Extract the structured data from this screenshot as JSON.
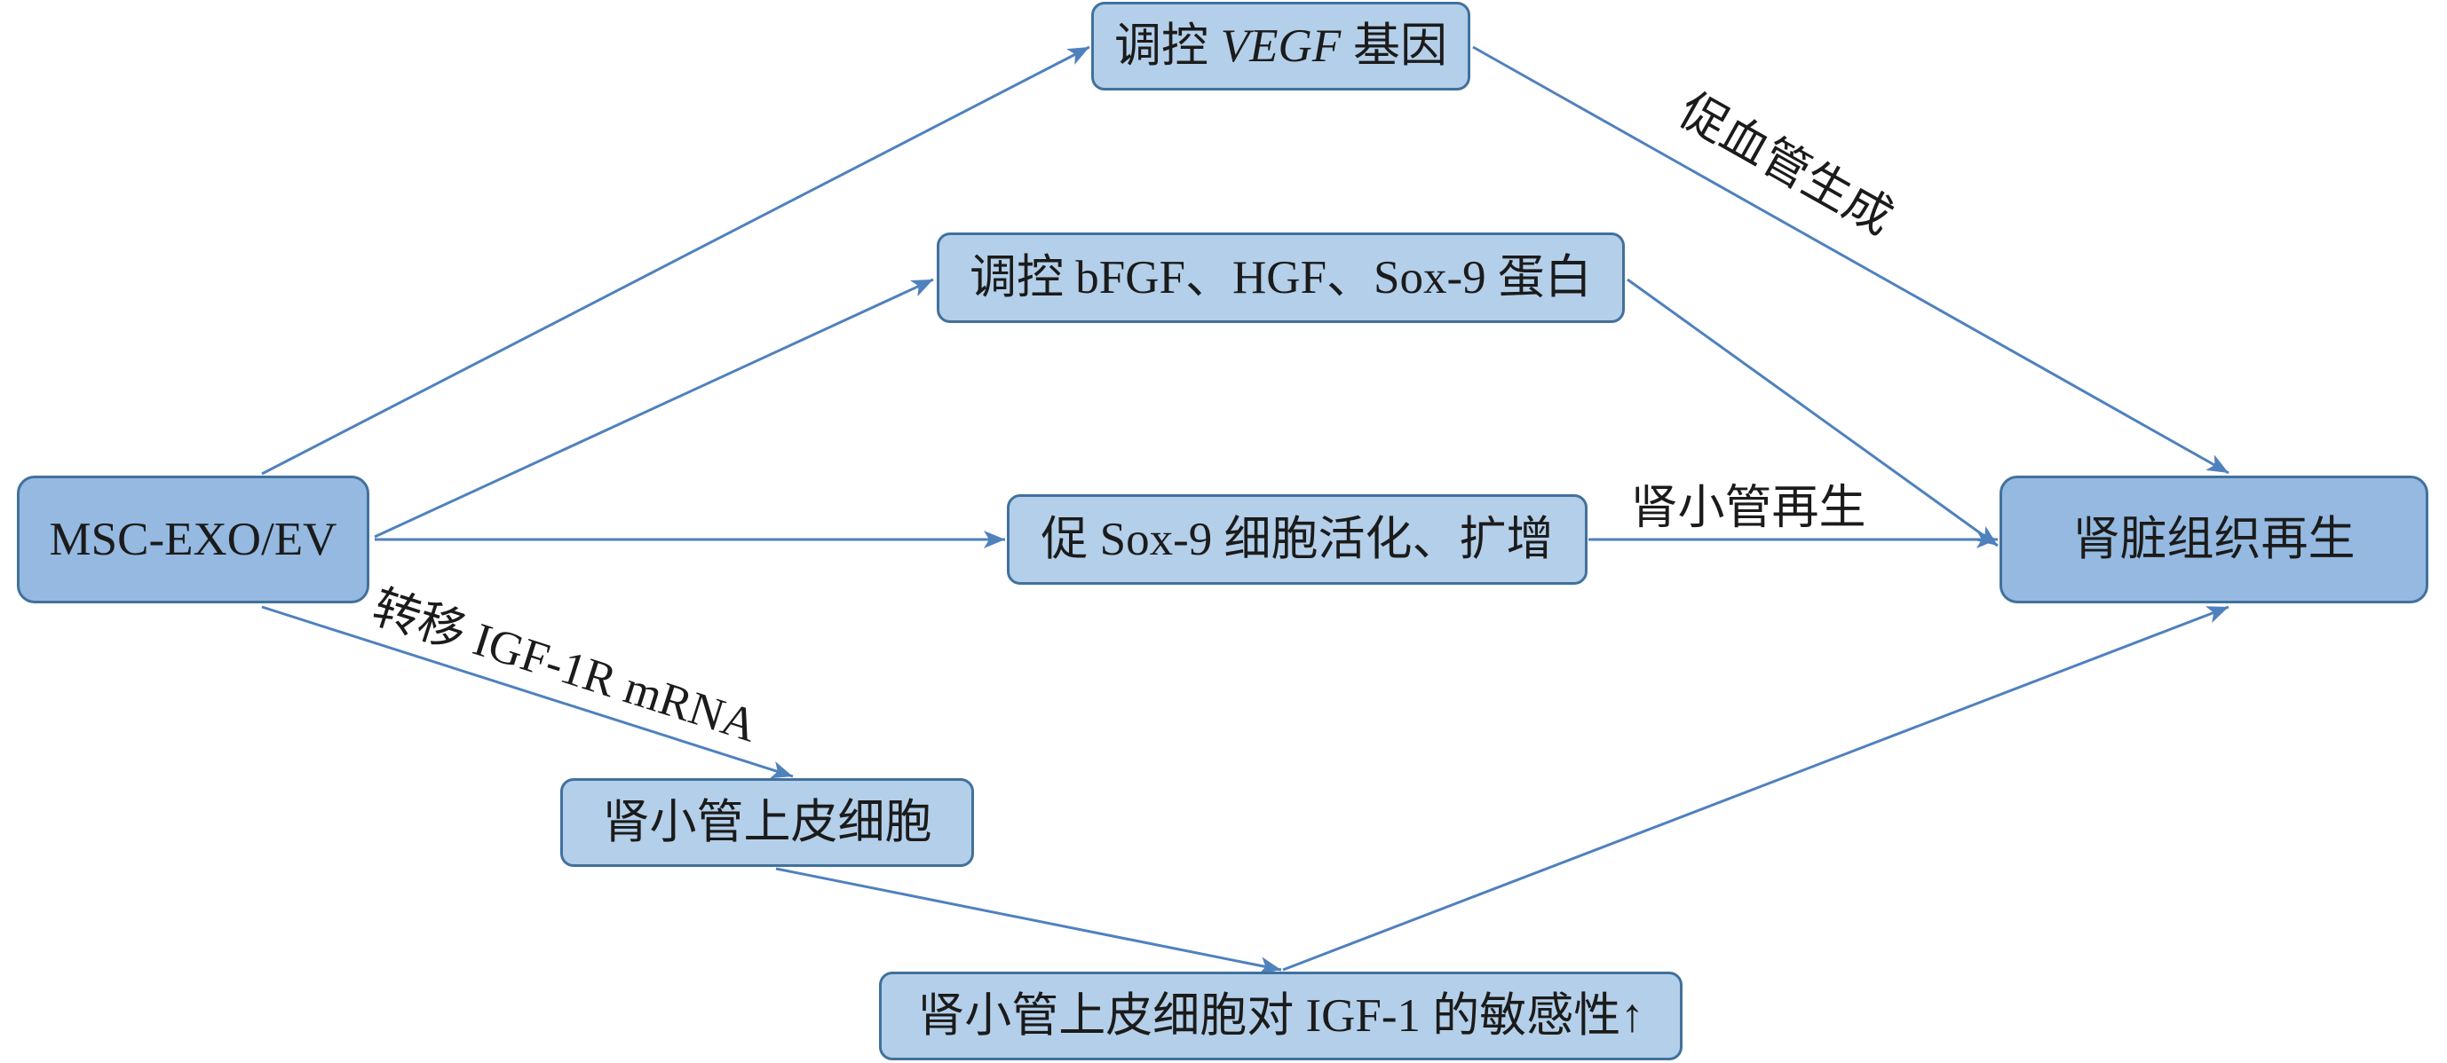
{
  "nodes": {
    "msc": "MSC-EXO/EV",
    "vegf": {
      "prefix": "调控",
      "gene": "VEGF",
      "suffix": "基因"
    },
    "bfgf": "调控 bFGF、HGF、Sox-9 蛋白",
    "sox9": "促 Sox-9 细胞活化、扩增",
    "kidney": "肾脏组织再生",
    "tubular_cells": "肾小管上皮细胞",
    "igf1": "肾小管上皮细胞对 IGF-1 的敏感性↑"
  },
  "edge_labels": {
    "angiogenesis": "促血管生成",
    "tubule_regen": "肾小管再生",
    "transfer": "转移 IGF-1R mRNA"
  },
  "colors": {
    "box_fill": "#b4cfe9",
    "box_fill_strong": "#95b9e0",
    "box_border": "#41719c",
    "arrow": "#4f81bd",
    "text": "#1b1b1b",
    "background": "#ffffff"
  }
}
